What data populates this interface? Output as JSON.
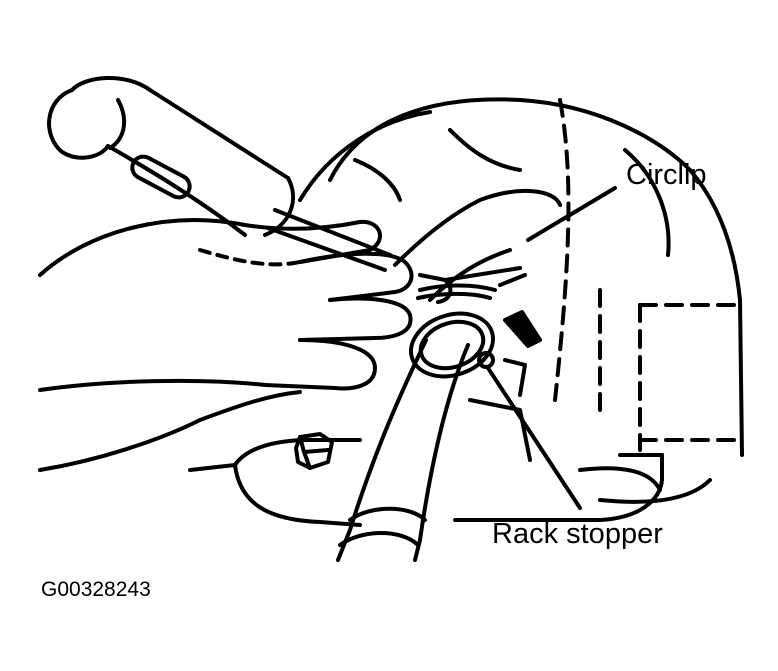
{
  "labels": {
    "circlip": "Circlip",
    "rack_stopper": "Rack stopper"
  },
  "figure_id": "G00328243",
  "colors": {
    "ink": "#000000",
    "paper": "#ffffff"
  }
}
